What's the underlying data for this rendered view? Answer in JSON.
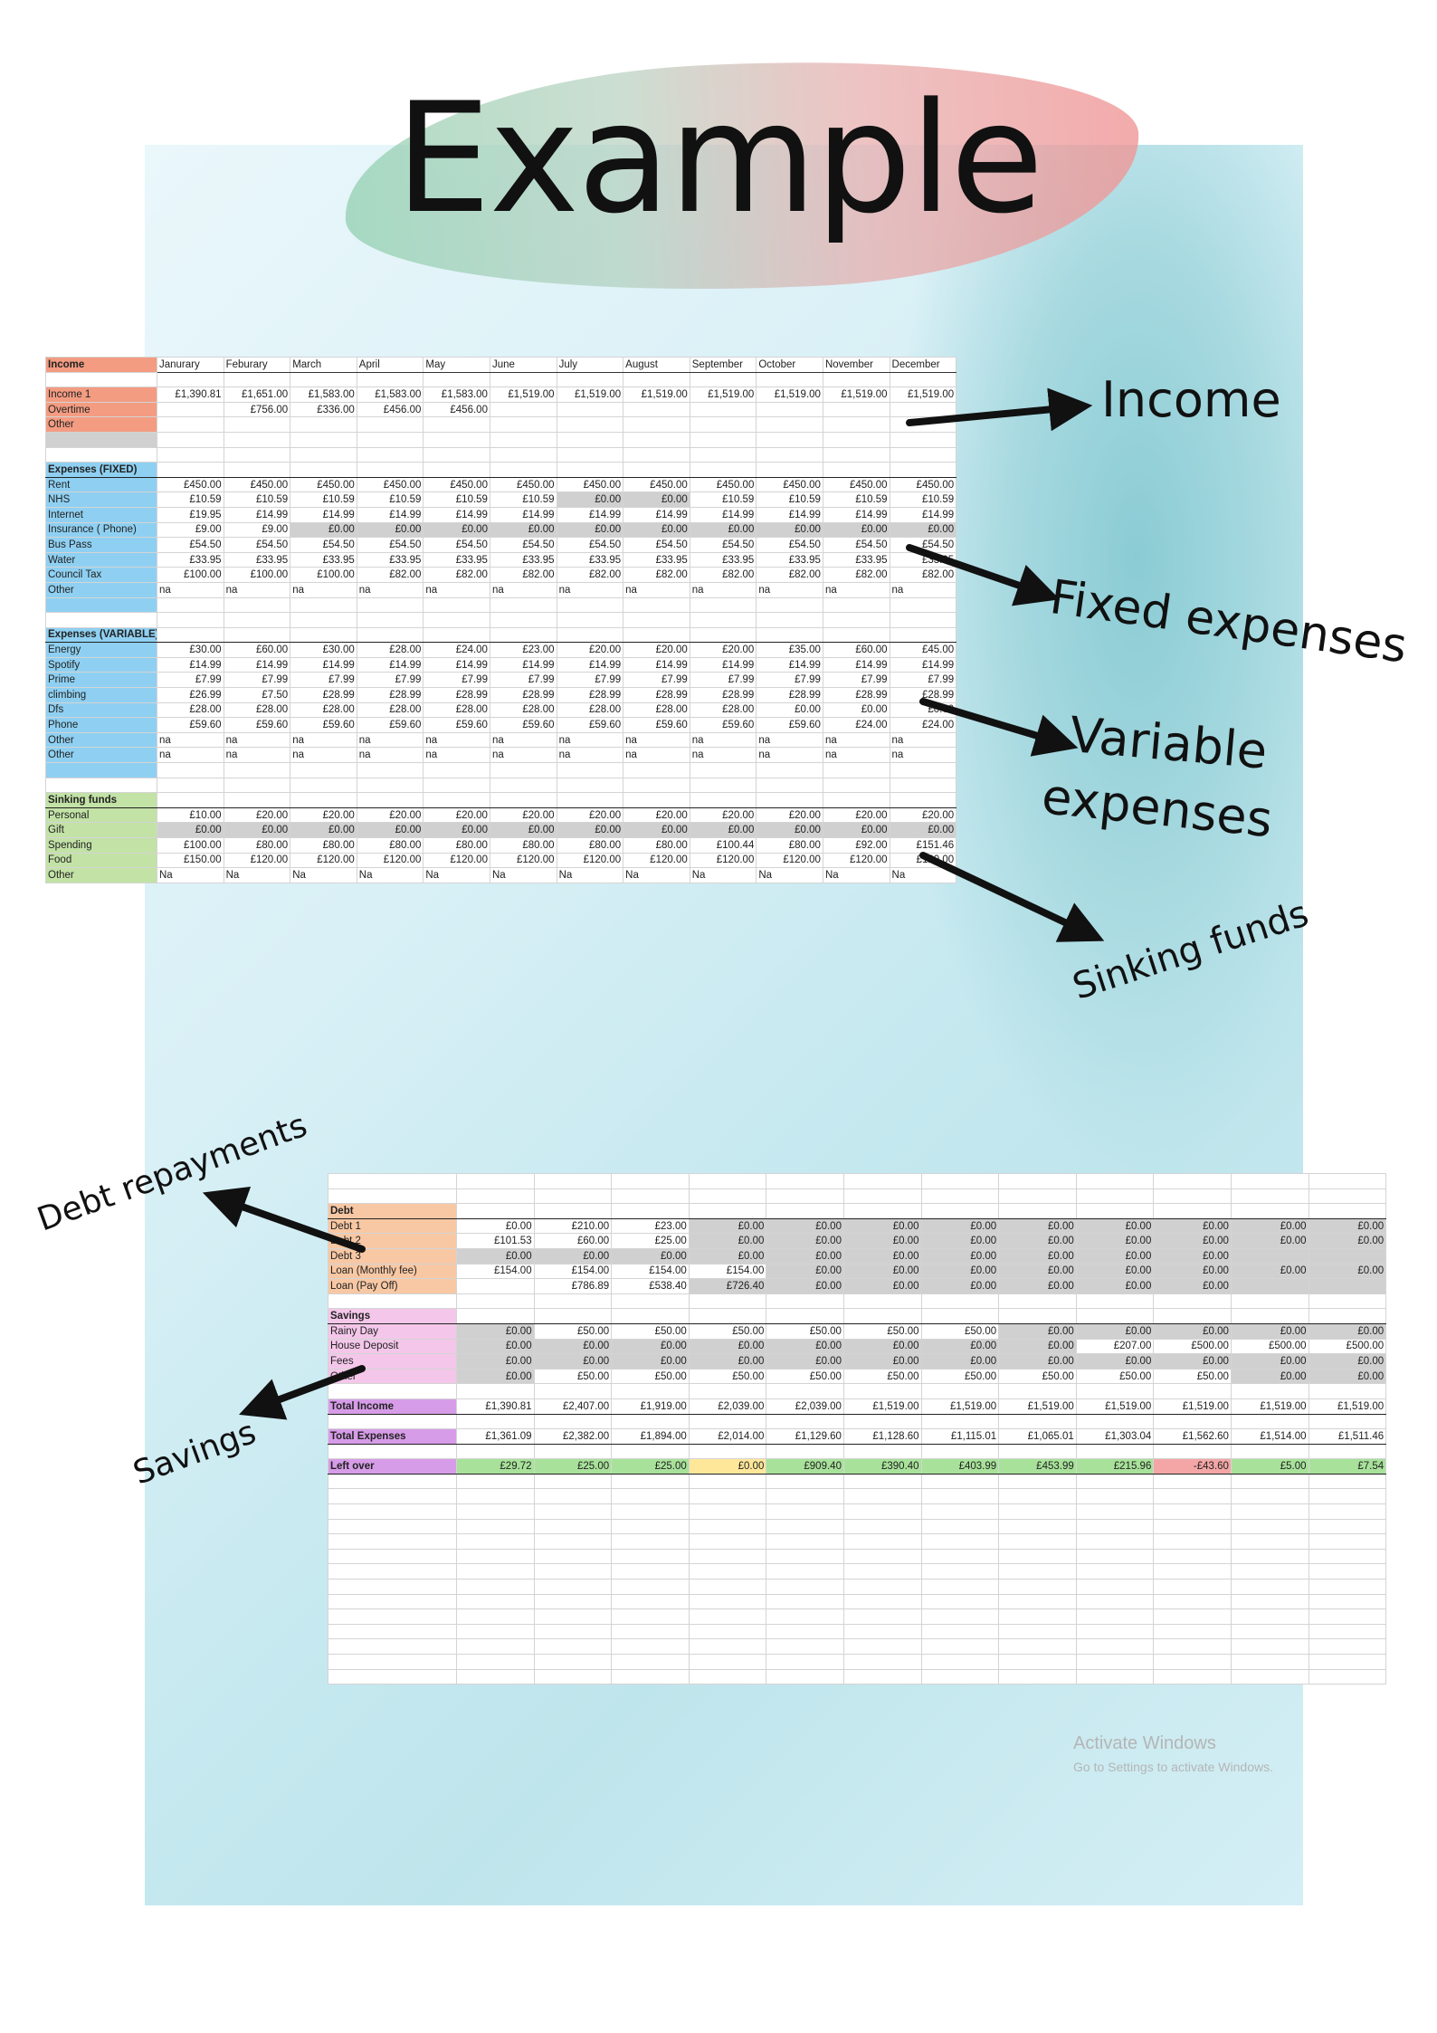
{
  "title": "Example",
  "annotations": {
    "income": "Income",
    "fixed": "Fixed expenses",
    "variable_line1": "Variable",
    "variable_line2": "expenses",
    "sinking": "Sinking funds",
    "debt": "Debt repayments",
    "savings": "Savings"
  },
  "colors": {
    "income": "#f39c82",
    "expenses": "#8fd0f2",
    "sinking": "#c2e2a6",
    "debt": "#f8c8a4",
    "savings": "#f4c7ea",
    "totals": "#d79ce8"
  },
  "watermark": {
    "line1": "Activate Windows",
    "line2": "Go to Settings to activate Windows."
  },
  "sheet1": {
    "rows": [
      {
        "cells": [
          "Income",
          "Janurary",
          "Feburary",
          "March",
          "April",
          "May",
          "June",
          "July",
          "August",
          "September",
          "October",
          "November",
          "December"
        ],
        "kind": "monthhdr",
        "lblClass": "inc"
      },
      {
        "cells": [
          ""
        ],
        "kind": "blank"
      },
      {
        "cells": [
          "Income 1",
          "£1,390.81",
          "£1,651.00",
          "£1,583.00",
          "£1,583.00",
          "£1,583.00",
          "£1,519.00",
          "£1,519.00",
          "£1,519.00",
          "£1,519.00",
          "£1,519.00",
          "£1,519.00",
          "£1,519.00"
        ],
        "lblClass": "inc"
      },
      {
        "cells": [
          "Overtime",
          "",
          "£756.00",
          "£336.00",
          "£456.00",
          "£456.00",
          "",
          "",
          "",
          "",
          "",
          "",
          ""
        ],
        "lblClass": "inc"
      },
      {
        "cells": [
          "Other"
        ],
        "lblClass": "inc"
      },
      {
        "cells": [
          ""
        ],
        "lblClass": "grey"
      },
      {
        "cells": [
          ""
        ],
        "kind": "blank"
      },
      {
        "cells": [
          "Expenses (FIXED)"
        ],
        "kind": "sec",
        "lblClass": "fix"
      },
      {
        "cells": [
          "Rent",
          "£450.00",
          "£450.00",
          "£450.00",
          "£450.00",
          "£450.00",
          "£450.00",
          "£450.00",
          "£450.00",
          "£450.00",
          "£450.00",
          "£450.00",
          "£450.00"
        ],
        "lblClass": "fix"
      },
      {
        "cells": [
          "NHS",
          "£10.59",
          "£10.59",
          "£10.59",
          "£10.59",
          "£10.59",
          "£10.59",
          "£0.00",
          "£0.00",
          "£10.59",
          "£10.59",
          "£10.59",
          "£10.59"
        ],
        "lblClass": "fix",
        "greys": [
          7,
          8
        ]
      },
      {
        "cells": [
          "Internet",
          "£19.95",
          "£14.99",
          "£14.99",
          "£14.99",
          "£14.99",
          "£14.99",
          "£14.99",
          "£14.99",
          "£14.99",
          "£14.99",
          "£14.99",
          "£14.99"
        ],
        "lblClass": "fix"
      },
      {
        "cells": [
          "Insurance ( Phone)",
          "£9.00",
          "£9.00",
          "£0.00",
          "£0.00",
          "£0.00",
          "£0.00",
          "£0.00",
          "£0.00",
          "£0.00",
          "£0.00",
          "£0.00",
          "£0.00"
        ],
        "lblClass": "fix",
        "greys": [
          3,
          4,
          5,
          6,
          7,
          8,
          9,
          10,
          11,
          12
        ]
      },
      {
        "cells": [
          "Bus Pass",
          "£54.50",
          "£54.50",
          "£54.50",
          "£54.50",
          "£54.50",
          "£54.50",
          "£54.50",
          "£54.50",
          "£54.50",
          "£54.50",
          "£54.50",
          "£54.50"
        ],
        "lblClass": "fix"
      },
      {
        "cells": [
          "Water",
          "£33.95",
          "£33.95",
          "£33.95",
          "£33.95",
          "£33.95",
          "£33.95",
          "£33.95",
          "£33.95",
          "£33.95",
          "£33.95",
          "£33.95",
          "£33.95"
        ],
        "lblClass": "fix"
      },
      {
        "cells": [
          "Council Tax",
          "£100.00",
          "£100.00",
          "£100.00",
          "£82.00",
          "£82.00",
          "£82.00",
          "£82.00",
          "£82.00",
          "£82.00",
          "£82.00",
          "£82.00",
          "£82.00"
        ],
        "lblClass": "fix"
      },
      {
        "cells": [
          "Other",
          "na",
          "na",
          "na",
          "na",
          "na",
          "na",
          "na",
          "na",
          "na",
          "na",
          "na",
          "na"
        ],
        "lblClass": "fix",
        "leftvals": true
      },
      {
        "cells": [
          ""
        ],
        "lblClass": "fix"
      },
      {
        "cells": [
          ""
        ],
        "kind": "blank"
      },
      {
        "cells": [
          "Expenses (VARIABLE)"
        ],
        "kind": "sec",
        "lblClass": "var"
      },
      {
        "cells": [
          "Energy",
          "£30.00",
          "£60.00",
          "£30.00",
          "£28.00",
          "£24.00",
          "£23.00",
          "£20.00",
          "£20.00",
          "£20.00",
          "£35.00",
          "£60.00",
          "£45.00"
        ],
        "lblClass": "var"
      },
      {
        "cells": [
          "Spotify",
          "£14.99",
          "£14.99",
          "£14.99",
          "£14.99",
          "£14.99",
          "£14.99",
          "£14.99",
          "£14.99",
          "£14.99",
          "£14.99",
          "£14.99",
          "£14.99"
        ],
        "lblClass": "var"
      },
      {
        "cells": [
          "Prime",
          "£7.99",
          "£7.99",
          "£7.99",
          "£7.99",
          "£7.99",
          "£7.99",
          "£7.99",
          "£7.99",
          "£7.99",
          "£7.99",
          "£7.99",
          "£7.99"
        ],
        "lblClass": "var"
      },
      {
        "cells": [
          "climbing",
          "£26.99",
          "£7.50",
          "£28.99",
          "£28.99",
          "£28.99",
          "£28.99",
          "£28.99",
          "£28.99",
          "£28.99",
          "£28.99",
          "£28.99",
          "£28.99"
        ],
        "lblClass": "var"
      },
      {
        "cells": [
          "Dfs",
          "£28.00",
          "£28.00",
          "£28.00",
          "£28.00",
          "£28.00",
          "£28.00",
          "£28.00",
          "£28.00",
          "£28.00",
          "£0.00",
          "£0.00",
          "£0.00"
        ],
        "lblClass": "var"
      },
      {
        "cells": [
          "Phone",
          "£59.60",
          "£59.60",
          "£59.60",
          "£59.60",
          "£59.60",
          "£59.60",
          "£59.60",
          "£59.60",
          "£59.60",
          "£59.60",
          "£24.00",
          "£24.00"
        ],
        "lblClass": "var"
      },
      {
        "cells": [
          "Other",
          "na",
          "na",
          "na",
          "na",
          "na",
          "na",
          "na",
          "na",
          "na",
          "na",
          "na",
          "na"
        ],
        "lblClass": "var",
        "leftvals": true
      },
      {
        "cells": [
          "Other",
          "na",
          "na",
          "na",
          "na",
          "na",
          "na",
          "na",
          "na",
          "na",
          "na",
          "na",
          "na"
        ],
        "lblClass": "var",
        "leftvals": true
      },
      {
        "cells": [
          ""
        ],
        "lblClass": "var"
      },
      {
        "cells": [
          ""
        ],
        "kind": "blank"
      },
      {
        "cells": [
          "Sinking funds"
        ],
        "kind": "sec",
        "lblClass": "sink"
      },
      {
        "cells": [
          "Personal",
          "£10.00",
          "£20.00",
          "£20.00",
          "£20.00",
          "£20.00",
          "£20.00",
          "£20.00",
          "£20.00",
          "£20.00",
          "£20.00",
          "£20.00",
          "£20.00"
        ],
        "lblClass": "sink"
      },
      {
        "cells": [
          "Gift",
          "£0.00",
          "£0.00",
          "£0.00",
          "£0.00",
          "£0.00",
          "£0.00",
          "£0.00",
          "£0.00",
          "£0.00",
          "£0.00",
          "£0.00",
          "£0.00"
        ],
        "lblClass": "sink",
        "greys": [
          1,
          2,
          3,
          4,
          5,
          6,
          7,
          8,
          9,
          10,
          11,
          12
        ]
      },
      {
        "cells": [
          "Spending",
          "£100.00",
          "£80.00",
          "£80.00",
          "£80.00",
          "£80.00",
          "£80.00",
          "£80.00",
          "£80.00",
          "£100.44",
          "£80.00",
          "£92.00",
          "£151.46"
        ],
        "lblClass": "sink"
      },
      {
        "cells": [
          "Food",
          "£150.00",
          "£120.00",
          "£120.00",
          "£120.00",
          "£120.00",
          "£120.00",
          "£120.00",
          "£120.00",
          "£120.00",
          "£120.00",
          "£120.00",
          "£120.00"
        ],
        "lblClass": "sink"
      },
      {
        "cells": [
          "Other",
          "Na",
          "Na",
          "Na",
          "Na",
          "Na",
          "Na",
          "Na",
          "Na",
          "Na",
          "Na",
          "Na",
          "Na"
        ],
        "lblClass": "sink",
        "leftvals": true
      }
    ]
  },
  "sheet2": {
    "rows": [
      {
        "cells": [
          ""
        ],
        "kind": "blank"
      },
      {
        "cells": [
          ""
        ],
        "kind": "blank"
      },
      {
        "cells": [
          "Debt"
        ],
        "kind": "sec",
        "lblClass": "debt"
      },
      {
        "cells": [
          "Debt 1",
          "£0.00",
          "£210.00",
          "£23.00",
          "£0.00",
          "£0.00",
          "£0.00",
          "£0.00",
          "£0.00",
          "£0.00",
          "£0.00",
          "£0.00",
          "£0.00"
        ],
        "lblClass": "debt",
        "greys": [
          4,
          5,
          6,
          7,
          8,
          9,
          10,
          11,
          12
        ]
      },
      {
        "cells": [
          "Debt 2",
          "£101.53",
          "£60.00",
          "£25.00",
          "£0.00",
          "£0.00",
          "£0.00",
          "£0.00",
          "£0.00",
          "£0.00",
          "£0.00",
          "£0.00",
          "£0.00"
        ],
        "lblClass": "debt",
        "greys": [
          4,
          5,
          6,
          7,
          8,
          9,
          10,
          11,
          12
        ]
      },
      {
        "cells": [
          "Debt 3",
          "£0.00",
          "£0.00",
          "£0.00",
          "£0.00",
          "£0.00",
          "£0.00",
          "£0.00",
          "£0.00",
          "£0.00",
          "£0.00",
          "",
          ""
        ],
        "lblClass": "debt",
        "greys": [
          1,
          2,
          3,
          4,
          5,
          6,
          7,
          8,
          9,
          10,
          11,
          12
        ]
      },
      {
        "cells": [
          "Loan (Monthly fee)",
          "£154.00",
          "£154.00",
          "£154.00",
          "£154.00",
          "£0.00",
          "£0.00",
          "£0.00",
          "£0.00",
          "£0.00",
          "£0.00",
          "£0.00",
          "£0.00"
        ],
        "lblClass": "debt",
        "greys": [
          5,
          6,
          7,
          8,
          9,
          10,
          11,
          12
        ]
      },
      {
        "cells": [
          "Loan (Pay Off)",
          "",
          "£786.89",
          "£538.40",
          "£726.40",
          "£0.00",
          "£0.00",
          "£0.00",
          "£0.00",
          "£0.00",
          "£0.00",
          "",
          ""
        ],
        "lblClass": "debt",
        "greys": [
          4,
          5,
          6,
          7,
          8,
          9,
          10,
          11,
          12
        ]
      },
      {
        "cells": [
          ""
        ],
        "kind": "blank"
      },
      {
        "cells": [
          "Savings"
        ],
        "kind": "sec",
        "lblClass": "sav"
      },
      {
        "cells": [
          "Rainy Day",
          "£0.00",
          "£50.00",
          "£50.00",
          "£50.00",
          "£50.00",
          "£50.00",
          "£50.00",
          "£0.00",
          "£0.00",
          "£0.00",
          "£0.00",
          "£0.00"
        ],
        "lblClass": "sav",
        "greys": [
          1,
          8,
          9,
          10,
          11,
          12
        ]
      },
      {
        "cells": [
          "House Deposit",
          "£0.00",
          "£0.00",
          "£0.00",
          "£0.00",
          "£0.00",
          "£0.00",
          "£0.00",
          "£0.00",
          "£207.00",
          "£500.00",
          "£500.00",
          "£500.00"
        ],
        "lblClass": "sav",
        "greys": [
          1,
          2,
          3,
          4,
          5,
          6,
          7,
          8
        ]
      },
      {
        "cells": [
          "Fees",
          "£0.00",
          "£0.00",
          "£0.00",
          "£0.00",
          "£0.00",
          "£0.00",
          "£0.00",
          "£0.00",
          "£0.00",
          "£0.00",
          "£0.00",
          "£0.00"
        ],
        "lblClass": "sav",
        "greys": [
          1,
          2,
          3,
          4,
          5,
          6,
          7,
          8,
          9,
          10,
          11,
          12
        ]
      },
      {
        "cells": [
          "Other",
          "£0.00",
          "£50.00",
          "£50.00",
          "£50.00",
          "£50.00",
          "£50.00",
          "£50.00",
          "£50.00",
          "£50.00",
          "£50.00",
          "£0.00",
          "£0.00"
        ],
        "lblClass": "sav",
        "greys": [
          1,
          11,
          12
        ]
      },
      {
        "cells": [
          ""
        ],
        "kind": "blank"
      },
      {
        "cells": [
          "Total Income",
          "£1,390.81",
          "£2,407.00",
          "£1,919.00",
          "£2,039.00",
          "£2,039.00",
          "£1,519.00",
          "£1,519.00",
          "£1,519.00",
          "£1,519.00",
          "£1,519.00",
          "£1,519.00",
          "£1,519.00"
        ],
        "kind": "sec",
        "lblClass": "tot"
      },
      {
        "cells": [
          ""
        ],
        "kind": "blank"
      },
      {
        "cells": [
          "Total Expenses",
          "£1,361.09",
          "£2,382.00",
          "£1,894.00",
          "£2,014.00",
          "£1,129.60",
          "£1,128.60",
          "£1,115.01",
          "£1,065.01",
          "£1,303.04",
          "£1,562.60",
          "£1,514.00",
          "£1,511.46"
        ],
        "kind": "sec",
        "lblClass": "tot"
      },
      {
        "cells": [
          ""
        ],
        "kind": "blank"
      },
      {
        "cells": [
          "Left over",
          "£29.72",
          "£25.00",
          "£25.00",
          "£0.00",
          "£909.40",
          "£390.40",
          "£403.99",
          "£453.99",
          "£215.96",
          "-£43.60",
          "£5.00",
          "£7.54"
        ],
        "kind": "sec",
        "lblClass": "tot",
        "fills": [
          "green",
          "green",
          "green",
          "yellow",
          "green",
          "green",
          "green",
          "green",
          "green",
          "red",
          "green",
          "green"
        ]
      }
    ],
    "empty_rows": 14
  }
}
